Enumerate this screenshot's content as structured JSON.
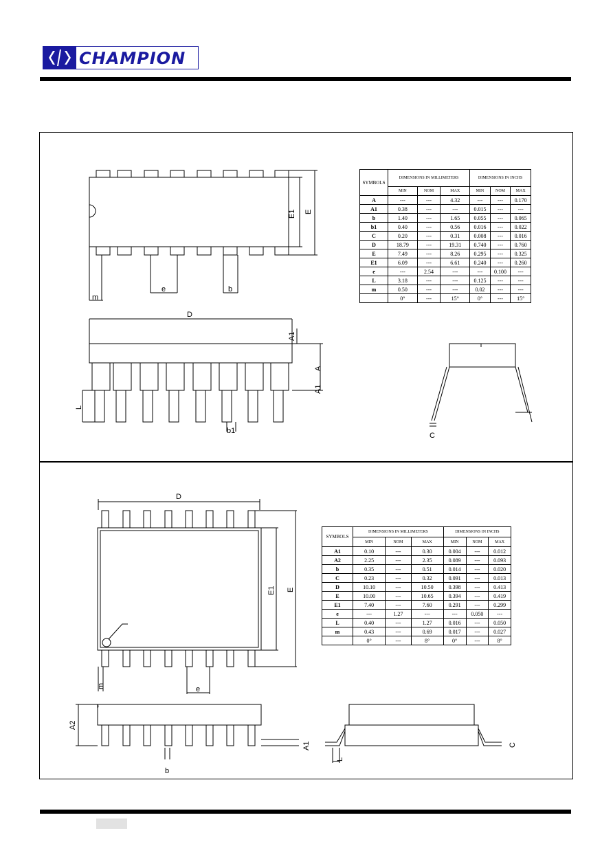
{
  "brand": {
    "name": "CHAMPION"
  },
  "dip": {
    "labels": {
      "E1": "E1",
      "E": "E",
      "m": "m",
      "e": "e",
      "b": "b",
      "D": "D",
      "A1": "A1",
      "A": "A",
      "L": "L",
      "b1": "b1",
      "C": "C"
    },
    "table": {
      "symbols_header": "SYMBOLS",
      "mm_header": "DIMENSIONS IN MILLIMETERS",
      "in_header": "DIMENSIONS IN INCHS",
      "sub_headers": [
        "MIN",
        "NOM",
        "MAX",
        "MIN",
        "NOM",
        "MAX"
      ],
      "rows": [
        [
          "A",
          "---",
          "---",
          "4.32",
          "---",
          "---",
          "0.170"
        ],
        [
          "A1",
          "0.38",
          "---",
          "---",
          "0.015",
          "---",
          "---"
        ],
        [
          "b",
          "1.40",
          "---",
          "1.65",
          "0.055",
          "---",
          "0.065"
        ],
        [
          "b1",
          "0.40",
          "---",
          "0.56",
          "0.016",
          "---",
          "0.022"
        ],
        [
          "C",
          "0.20",
          "---",
          "0.31",
          "0.008",
          "---",
          "0.016"
        ],
        [
          "D",
          "18.79",
          "---",
          "19.31",
          "0.740",
          "---",
          "0.760"
        ],
        [
          "E",
          "7.49",
          "---",
          "8.26",
          "0.295",
          "---",
          "0.325"
        ],
        [
          "E1",
          "6.09",
          "---",
          "6.61",
          "0.240",
          "---",
          "0.260"
        ],
        [
          "e",
          "---",
          "2.54",
          "---",
          "---",
          "0.100",
          "---"
        ],
        [
          "L",
          "3.18",
          "---",
          "---",
          "0.125",
          "---",
          "---"
        ],
        [
          "m",
          "0.50",
          "---",
          "---",
          "0.02",
          "---",
          "---"
        ],
        [
          "",
          "0°",
          "---",
          "15°",
          "0°",
          "---",
          "15°"
        ]
      ]
    }
  },
  "sop": {
    "labels": {
      "D": "D",
      "E1": "E1",
      "E": "E",
      "m": "m",
      "e": "e",
      "A2": "A2",
      "b": "b",
      "A1": "A1",
      "L": "L",
      "C": "C"
    },
    "table": {
      "symbols_header": "SYMBOLS",
      "mm_header": "DIMENSIONS IN MILLIMETERS",
      "in_header": "DIMENSIONS IN INCHS",
      "sub_headers": [
        "MIN",
        "NOM",
        "MAX",
        "MIN",
        "NOM",
        "MAX"
      ],
      "rows": [
        [
          "A1",
          "0.10",
          "---",
          "0.30",
          "0.004",
          "---",
          "0.012"
        ],
        [
          "A2",
          "2.25",
          "---",
          "2.35",
          "0.089",
          "---",
          "0.093"
        ],
        [
          "b",
          "0.35",
          "---",
          "0.51",
          "0.014",
          "---",
          "0.020"
        ],
        [
          "C",
          "0.23",
          "---",
          "0.32",
          "0.091",
          "---",
          "0.013"
        ],
        [
          "D",
          "10.10",
          "---",
          "10.50",
          "0.398",
          "---",
          "0.413"
        ],
        [
          "E",
          "10.00",
          "---",
          "10.65",
          "0.394",
          "---",
          "0.419"
        ],
        [
          "E1",
          "7.40",
          "---",
          "7.60",
          "0.291",
          "---",
          "0.299"
        ],
        [
          "e",
          "---",
          "1.27",
          "---",
          "---",
          "0.050",
          "---"
        ],
        [
          "L",
          "0.40",
          "---",
          "1.27",
          "0.016",
          "---",
          "0.050"
        ],
        [
          "m",
          "0.43",
          "---",
          "0.69",
          "0.017",
          "---",
          "0.027"
        ],
        [
          "",
          "0°",
          "---",
          "8°",
          "0°",
          "---",
          "8°"
        ]
      ]
    }
  }
}
